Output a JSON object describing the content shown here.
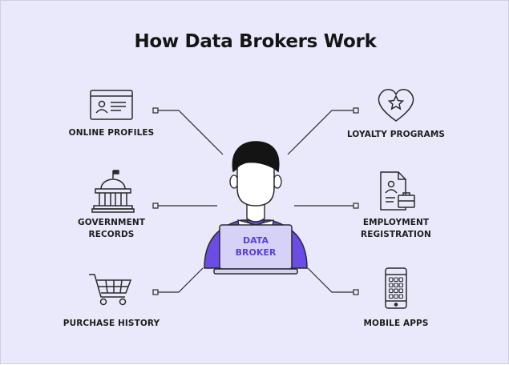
{
  "title": "How Data Brokers Work",
  "center": {
    "line1": "DATA",
    "line2": "BROKER"
  },
  "sources": [
    {
      "label": "ONLINE PROFILES",
      "icon": "profile-card-icon"
    },
    {
      "label": "GOVERNMENT",
      "label2": "RECORDS",
      "icon": "government-building-icon"
    },
    {
      "label": "PURCHASE HISTORY",
      "icon": "shopping-cart-icon"
    },
    {
      "label": "LOYALTY PROGRAMS",
      "icon": "heart-star-icon"
    },
    {
      "label": "EMPLOYMENT",
      "label2": "REGISTRATION",
      "icon": "employment-document-icon"
    },
    {
      "label": "MOBILE APPS",
      "icon": "mobile-phone-icon"
    }
  ],
  "colors": {
    "background": "#eae9fb",
    "accent": "#6b4de6",
    "laptop": "#d6d2f7",
    "broker_text": "#5b3fd8"
  }
}
